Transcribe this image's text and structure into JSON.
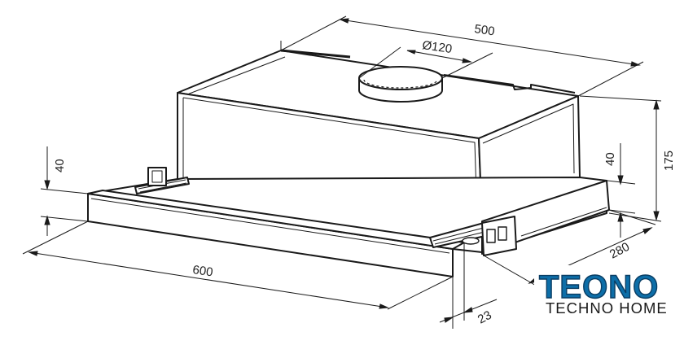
{
  "dimensions": {
    "width_top": "500",
    "duct_diameter": "Ø120",
    "height": "175",
    "slider_height_right": "40",
    "slider_height_left": "40",
    "depth": "280",
    "width_front": "600",
    "front_depth": "23"
  },
  "logo": {
    "brand": "TEONO",
    "tagline": "TECHNO HOME",
    "colors": {
      "primary": "#0d6ea8",
      "outline": "#0a3d63",
      "text": "#1a1a1a"
    }
  }
}
